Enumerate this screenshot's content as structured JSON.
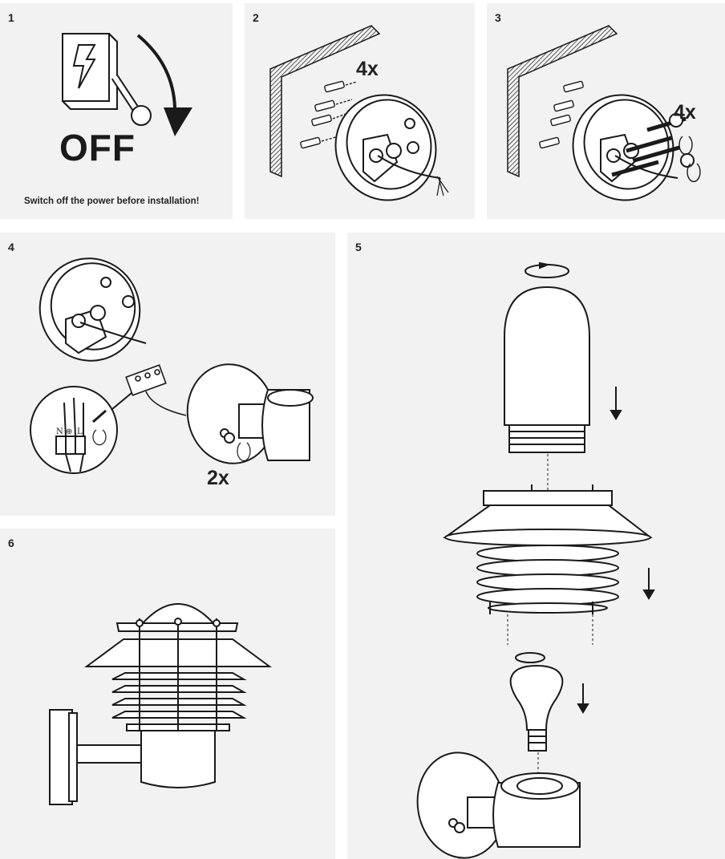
{
  "steps": [
    {
      "number": "1",
      "big_text": "OFF",
      "caption": "Switch off the power before installation!"
    },
    {
      "number": "2",
      "multiplier": "4x"
    },
    {
      "number": "3",
      "multiplier": "4x"
    },
    {
      "number": "4",
      "multiplier": "2x",
      "terminal_labels": [
        "N",
        "⊕",
        "L"
      ]
    },
    {
      "number": "5"
    },
    {
      "number": "6"
    }
  ],
  "colors": {
    "panel_bg": "#f2f2f2",
    "ink": "#1a1a1a"
  }
}
